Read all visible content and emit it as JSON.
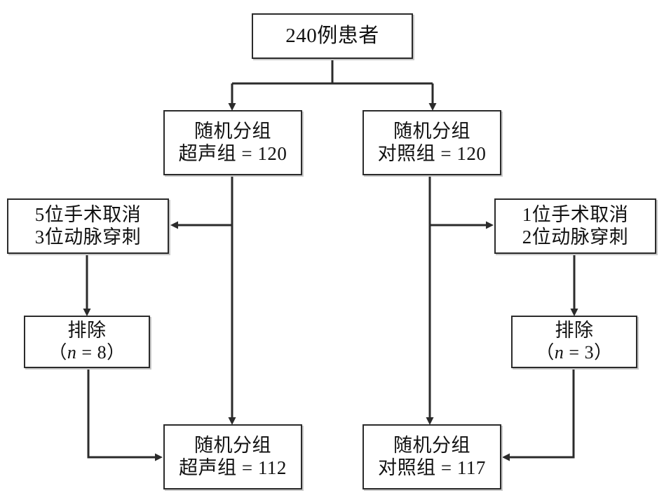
{
  "diagram": {
    "type": "flowchart",
    "title": "",
    "orientation": "top-down",
    "stroke_color": "#2b2b2b",
    "background_color": "#ffffff",
    "nodes": {
      "enrollment": {
        "lines": [
          "240例患者"
        ]
      },
      "rand_us": {
        "lines": [
          "随机分组",
          "超声组 = 120"
        ]
      },
      "rand_ctrl": {
        "lines": [
          "随机分组",
          "对照组 = 120"
        ]
      },
      "excl_us_reason": {
        "lines": [
          "5位手术取消",
          "3位动脉穿刺"
        ]
      },
      "excl_ct_reason": {
        "lines": [
          "1位手术取消",
          "2位动脉穿刺"
        ]
      },
      "excl_us": {
        "label": "排除",
        "count_prefix": "（",
        "count_var": "n",
        "count_eq": " = ",
        "count_value": "8",
        "count_suffix": "）"
      },
      "excl_ct": {
        "label": "排除",
        "count_prefix": "（",
        "count_var": "n",
        "count_eq": " = ",
        "count_value": "3",
        "count_suffix": "）"
      },
      "final_us": {
        "lines": [
          "随机分组",
          "超声组 = 112"
        ]
      },
      "final_ctrl": {
        "lines": [
          "随机分组",
          "对照组 = 117"
        ]
      }
    },
    "edges": [
      {
        "from": "enrollment",
        "to": "rand_us",
        "marker": "arrow-down"
      },
      {
        "from": "enrollment",
        "to": "rand_ctrl",
        "marker": "arrow-down"
      },
      {
        "from": "rand_us",
        "to": "excl_us_reason",
        "marker": "arrow-left"
      },
      {
        "from": "rand_ctrl",
        "to": "excl_ct_reason",
        "marker": "arrow-right"
      },
      {
        "from": "excl_us_reason",
        "to": "excl_us",
        "marker": "arrow-down"
      },
      {
        "from": "excl_ct_reason",
        "to": "excl_ct",
        "marker": "arrow-down"
      },
      {
        "from": "rand_us",
        "to": "final_us",
        "marker": "arrow-down"
      },
      {
        "from": "rand_ctrl",
        "to": "final_ctrl",
        "marker": "arrow-down"
      },
      {
        "from": "excl_us",
        "to": "final_us",
        "marker": "arrow-right"
      },
      {
        "from": "excl_ct",
        "to": "final_ctrl",
        "marker": "arrow-left"
      }
    ]
  }
}
